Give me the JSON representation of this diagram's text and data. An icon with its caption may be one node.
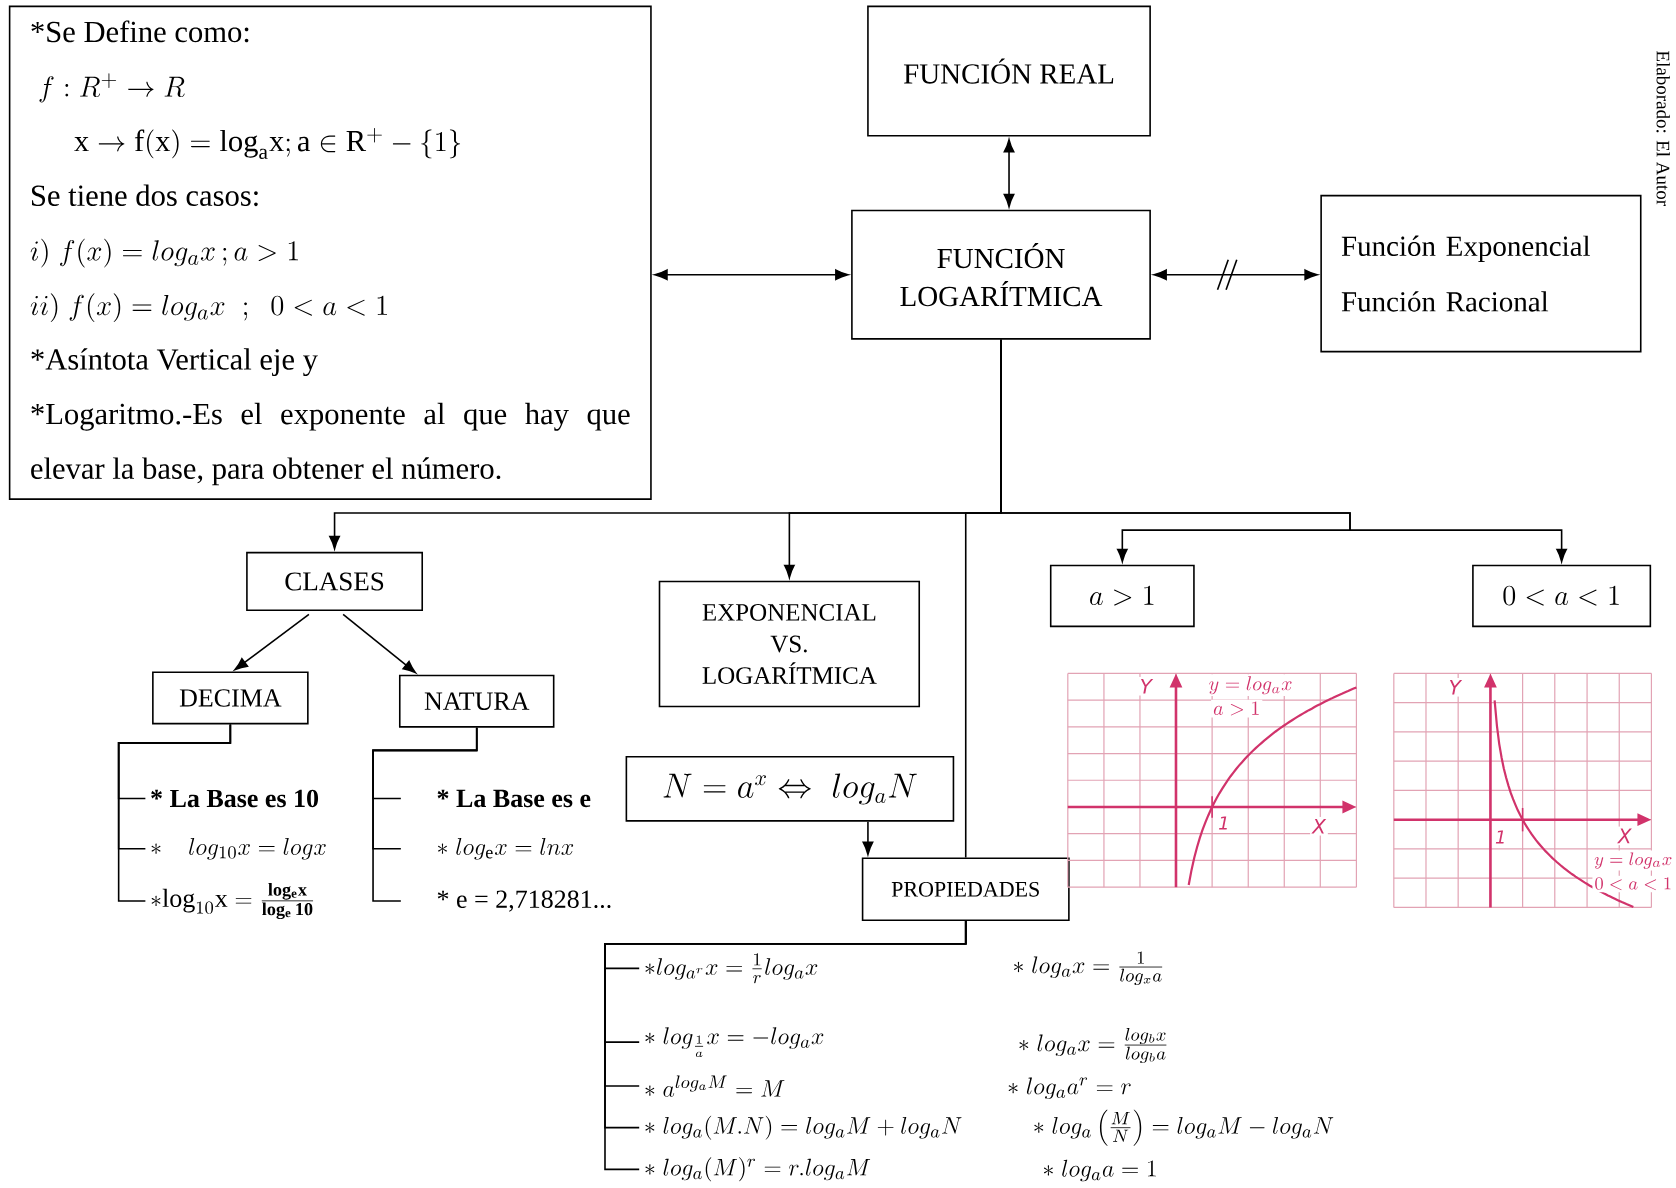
{
  "diagram": {
    "nodes": [
      {
        "text": [
          "*Se Define como:",
          "f: R^{+} \\to R",
          "\\mathrm{x} \\to \\mathrm{f(x)} = \\mathrm{log}_{\\mathrm{a}}\\mathrm{x}; \\mathrm{a} \\in \\mathrm{R}^{+} - \\{1\\}",
          "Se tiene dos casos:",
          "i)\\; f(x) = log_{a}x\\,; a > 1",
          "ii)\\; f(x) = log_{a}x\\;\\; ;\\;\\; 0 < a < 1",
          "*Asíntota Vertical eje y",
          "*Logaritmo.-Es el exponente al que hay que elevar la base, para obtener el número."
        ]
      },
      {
        "text": [
          "FUNCIÓN REAL"
        ]
      },
      {
        "text": [
          "FUNCIÓN LOGARÍTMICA"
        ]
      },
      {
        "text": [
          "Función Exponencial",
          "Función Racional"
        ]
      },
      {
        "text": [
          "CLASES"
        ]
      },
      {
        "text": [
          "EXPONENCIAL VS. LOGARÍTMICA"
        ]
      },
      {
        "text": [
          "a > 1"
        ]
      },
      {
        "text": [
          "0 < a < 1"
        ]
      },
      {
        "text": [
          "DECIMA"
        ]
      },
      {
        "text": [
          "NATURA"
        ]
      },
      {
        "text": [
          "N = a^{x} \\Leftrightarrow\\; log_{a}N"
        ]
      },
      {
        "text": [
          "PROPIEDADES"
        ]
      },
      {
        "text": [
          "* La Base es 10"
        ]
      },
      {
        "text": [
          "*\\quad log_{10}x = logx"
        ]
      },
      {
        "text": [
          "*\\mathrm{log}_{10}\\mathrm{x} = \\frac{\\mathbf{log_{e}x}}{\\mathbf{log_{e}\\,10}}"
        ]
      },
      {
        "text": [
          "* La Base es e"
        ]
      },
      {
        "text": [
          "*\\; log_{\\mathrm{e}}x = lnx"
        ]
      },
      {
        "text": [
          "* e = 2,718281..."
        ]
      },
      {
        "text": [
          "*log_{a^{r}}x = \\frac{1}{r}log_{a}x"
        ]
      },
      {
        "text": [
          "*\\; log_{\\frac{1}{a}}x = -log_{a}x"
        ]
      },
      {
        "text": [
          "*\\; a^{log_{a}M} = M"
        ]
      },
      {
        "text": [
          "*\\; log_{a}(M.N) = log_{a}M + log_{a}N"
        ]
      },
      {
        "text": [
          "*\\; log_{a}(M)^{r} = r.log_{a}M"
        ]
      }
    ],
    "edges": [
      {
        "from": 2,
        "to": 1,
        "arrow": "both"
      },
      {
        "from": 0,
        "to": 2,
        "arrow": "both"
      },
      {
        "from": 2,
        "to": 3,
        "arrow": "both"
      },
      {
        "from": 2,
        "to": 4,
        "arrow": "to"
      },
      {
        "from": 2,
        "to": 5,
        "arrow": "to"
      },
      {
        "from": 2,
        "to": 11,
        "arrow": "none"
      },
      {
        "from": 10,
        "to": 11,
        "arrow": "to"
      },
      {
        "from": 2,
        "to": 6,
        "arrow": "to"
      },
      {
        "from": 2,
        "to": 7,
        "arrow": "to"
      },
      {
        "from": 4,
        "to": 8,
        "arrow": "to"
      },
      {
        "from": 4,
        "to": 9,
        "arrow": "to"
      },
      {
        "from": 8,
        "to": 12,
        "arrow": "none"
      },
      {
        "from": 8,
        "to": 13,
        "arrow": "none"
      },
      {
        "from": 8,
        "to": 14,
        "arrow": "none"
      },
      {
        "from": 9,
        "to": 15,
        "arrow": "none"
      },
      {
        "from": 9,
        "to": 16,
        "arrow": "none"
      },
      {
        "from": 9,
        "to": 17,
        "arrow": "none"
      },
      {
        "from": 11,
        "to": 18,
        "arrow": "none"
      },
      {
        "from": 11,
        "to": 19,
        "arrow": "none"
      },
      {
        "from": 11,
        "to": 20,
        "arrow": "none"
      },
      {
        "from": 11,
        "to": 21,
        "arrow": "none"
      },
      {
        "from": 11,
        "to": 22,
        "arrow": "none"
      }
    ],
    "labels": [
      "Elaborado: El Autor",
      "Y",
      "y = log_{a}x",
      "a > 1",
      "1",
      "X",
      "Y",
      "1",
      "X",
      "y = log_{a}x",
      "0 < a < 1",
      "*\\; log_{a}x = \\frac{1}{log_{x}a}",
      "*\\; log_{a}x = \\frac{log_{b}x}{log_{b}a}",
      "*\\; log_{a}a^{r} = r",
      "*\\; log_{a}\\left(\\frac{M}{N}\\right) = log_{a}M - log_{a}N",
      "*\\; log_{a}a = 1"
    ]
  }
}
